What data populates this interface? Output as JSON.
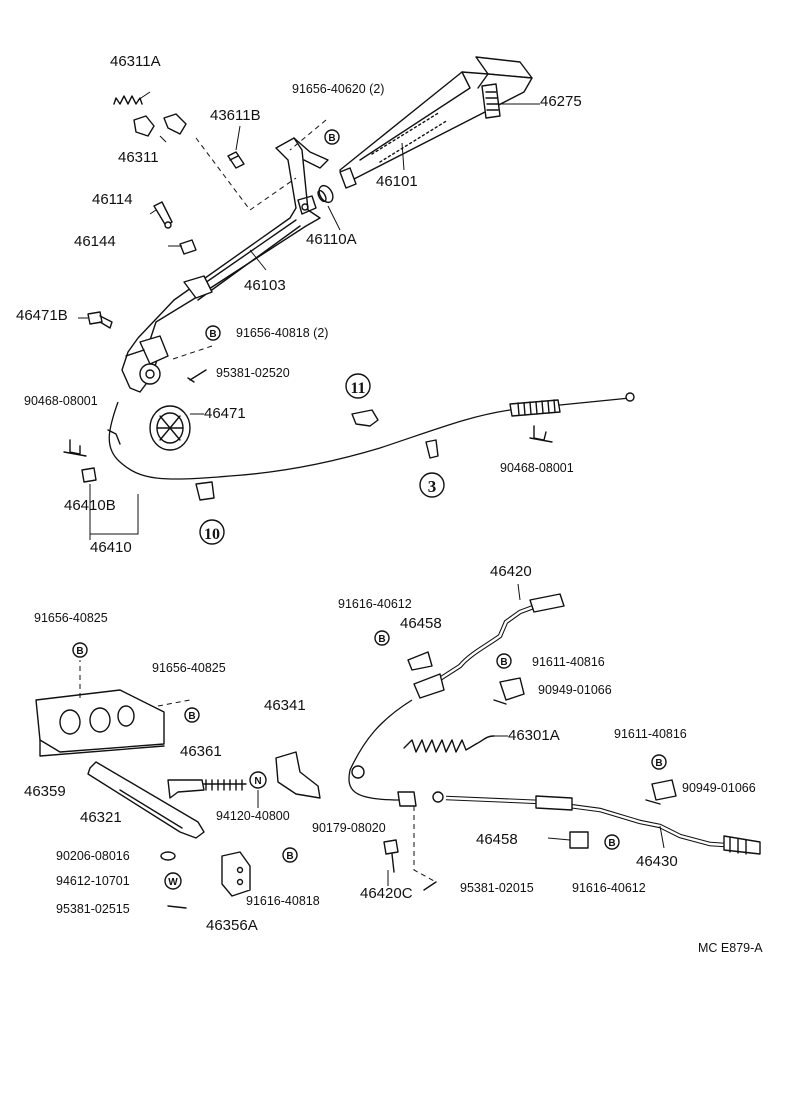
{
  "diagram_code": "MC  E879-A",
  "parts": {
    "p46311A": "46311A",
    "p46311": "46311",
    "p43611B": "43611B",
    "p91656_40620": "91656-40620 (2)",
    "p46275": "46275",
    "p46101": "46101",
    "p46114": "46114",
    "p46144": "46144",
    "p46110A": "46110A",
    "p46103": "46103",
    "p46471B": "46471B",
    "p91656_40818": "91656-40818 (2)",
    "p95381_02520": "95381-02520",
    "p90468_08001_a": "90468-08001",
    "p46471": "46471",
    "p90468_08001_b": "90468-08001",
    "p46410B": "46410B",
    "p46410": "46410",
    "p46420": "46420",
    "p91616_40612_a": "91616-40612",
    "p46458_a": "46458",
    "p91656_40825_a": "91656-40825",
    "p91656_40825_b": "91656-40825",
    "p91611_40816_a": "91611-40816",
    "p90949_01066_a": "90949-01066",
    "p46341": "46341",
    "p46301A": "46301A",
    "p46359": "46359",
    "p46361": "46361",
    "p91611_40816_b": "91611-40816",
    "p90949_01066_b": "90949-01066",
    "p46321": "46321",
    "p94120_40800": "94120-40800",
    "p90179_08020": "90179-08020",
    "p46458_b": "46458",
    "p46430": "46430",
    "p90206_08016": "90206-08016",
    "p94612_10701": "94612-10701",
    "p95381_02515": "95381-02515",
    "p91616_40818": "91616-40818",
    "p46356A": "46356A",
    "p46420C": "46420C",
    "p95381_02015": "95381-02015",
    "p91616_40612_b": "91616-40612"
  },
  "markers": {
    "B": "B",
    "N": "N",
    "W": "W",
    "ref11": "11",
    "ref3": "3",
    "ref10": "10"
  }
}
